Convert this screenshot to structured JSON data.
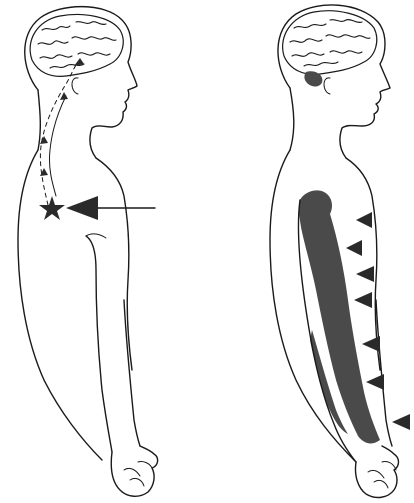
{
  "figure": {
    "panels": [
      {
        "name": "left-figure",
        "elements": [
          "head-outline",
          "brain-cortex",
          "spinal-pathway-arrows",
          "star-point",
          "pointer-arrow",
          "torso-outline",
          "arm-outline",
          "hand-outline"
        ]
      },
      {
        "name": "right-figure",
        "elements": [
          "head-outline",
          "brain-cortex",
          "shoulder-arm-shaded-region",
          "arrowhead-markers",
          "torso-outline",
          "arm-outline",
          "hand-outline"
        ]
      }
    ],
    "colors": {
      "line": "#1a1a1a",
      "shade": "#4a4a4a",
      "background": "#ffffff"
    },
    "icons": [
      "star-icon",
      "arrowhead-icon"
    ]
  }
}
